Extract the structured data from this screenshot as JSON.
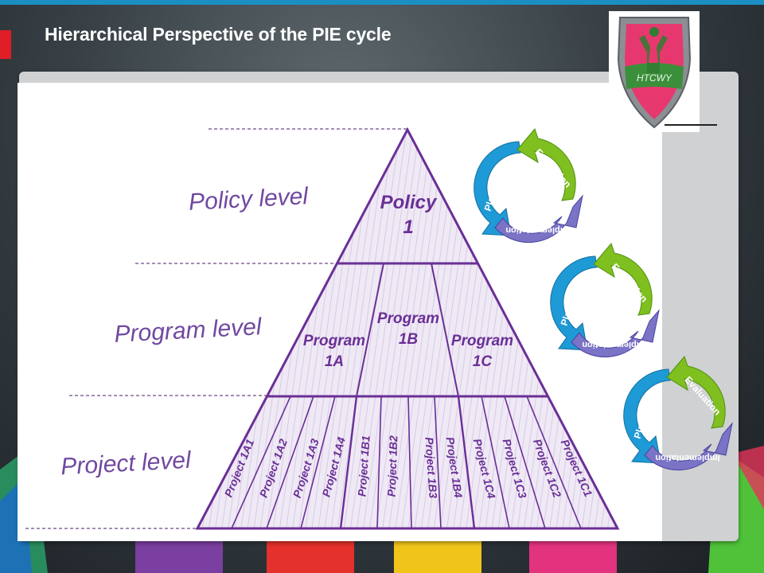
{
  "slide": {
    "title": "Hierarchical Perspective of the PIE cycle",
    "logo_text": "HTCWY"
  },
  "levels": {
    "policy": "Policy level",
    "program": "Program level",
    "project": "Project level"
  },
  "pyramid": {
    "policy_line1": "Policy",
    "policy_line2": "1",
    "programs": [
      {
        "line1": "Program",
        "line2": "1A"
      },
      {
        "line1": "Program",
        "line2": "1B"
      },
      {
        "line1": "Program",
        "line2": "1C"
      }
    ],
    "projects": [
      "Project 1A1",
      "Project 1A2",
      "Project 1A3",
      "Project 1A4",
      "Project 1B1",
      "Project 1B2",
      "Project 1B3",
      "Project 1B4",
      "Project 1C4",
      "Project 1C3",
      "Project 1C2",
      "Project 1C1"
    ]
  },
  "cycle": {
    "planning": "Planning",
    "evaluation": "Evaluation",
    "implementation": "Implementation"
  },
  "colors": {
    "pyramid_stroke": "#6a2f96",
    "pyramid_fill": "#e6dcef",
    "level_text": "#7048a0",
    "planning": "#1e9ad6",
    "evaluation": "#7fbf1f",
    "implementation": "#7a73c6"
  }
}
